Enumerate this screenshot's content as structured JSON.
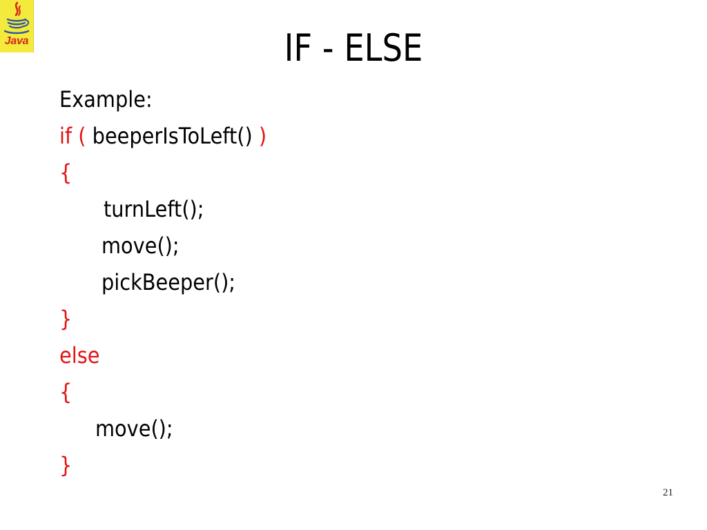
{
  "logo": {
    "word": "Java",
    "icon": "java-coffee-cup-icon",
    "background_color": "#f4ea3c",
    "accent_color": "#d4251c"
  },
  "slide": {
    "title": "IF - ELSE",
    "page_number": "21"
  },
  "colors": {
    "keyword": "#e31212",
    "text": "#000000"
  },
  "code": {
    "example_label": "Example:",
    "if_keyword": "if",
    "if_open_paren": "(",
    "condition": "beeperIsToLeft()",
    "if_close_paren": ")",
    "if_block_open": "{",
    "if_body": [
      "turnLeft();",
      "move();",
      "pickBeeper();"
    ],
    "if_block_close": "}",
    "else_keyword": "else",
    "else_block_open": "{",
    "else_body": [
      "move();"
    ],
    "else_block_close": "}"
  }
}
